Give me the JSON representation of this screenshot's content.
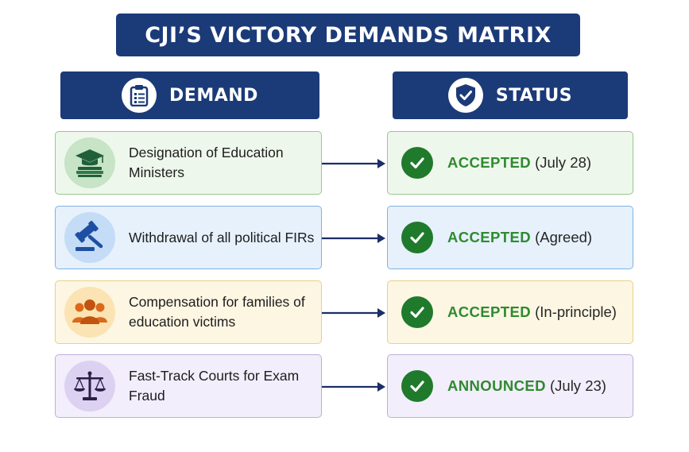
{
  "title": "CJI’S VICTORY DEMANDS MATRIX",
  "headers": {
    "demand": {
      "label": "DEMAND",
      "icon": "clipboard-icon"
    },
    "status": {
      "label": "STATUS",
      "icon": "shield-check-icon"
    }
  },
  "colors": {
    "navy": "#1b3a78",
    "accepted_green": "#2f8a2f",
    "check_green": "#1f7a2c",
    "arrow": "#1b2f66"
  },
  "rows": [
    {
      "demand": "Designation of Education Ministers",
      "icon": "graduation-cap-icon",
      "status": "ACCEPTED",
      "note": "(July 28)",
      "theme": "green"
    },
    {
      "demand": "Withdrawal of all political FIRs",
      "icon": "gavel-icon",
      "status": "ACCEPTED",
      "note": "(Agreed)",
      "theme": "blue"
    },
    {
      "demand": "Compensation for families of education victims",
      "icon": "people-group-icon",
      "status": "ACCEPTED",
      "note": "(In-principle)",
      "theme": "yellow"
    },
    {
      "demand": "Fast-Track Courts for Exam Fraud",
      "icon": "scales-of-justice-icon",
      "status": "ANNOUNCED",
      "note": "(July 23)",
      "theme": "purple"
    }
  ]
}
